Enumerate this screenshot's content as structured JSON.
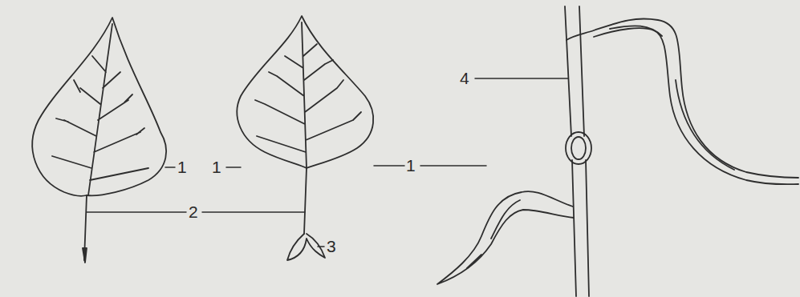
{
  "diagram": {
    "labels": [
      "1",
      "1",
      "2",
      "3",
      "1",
      "4"
    ]
  }
}
